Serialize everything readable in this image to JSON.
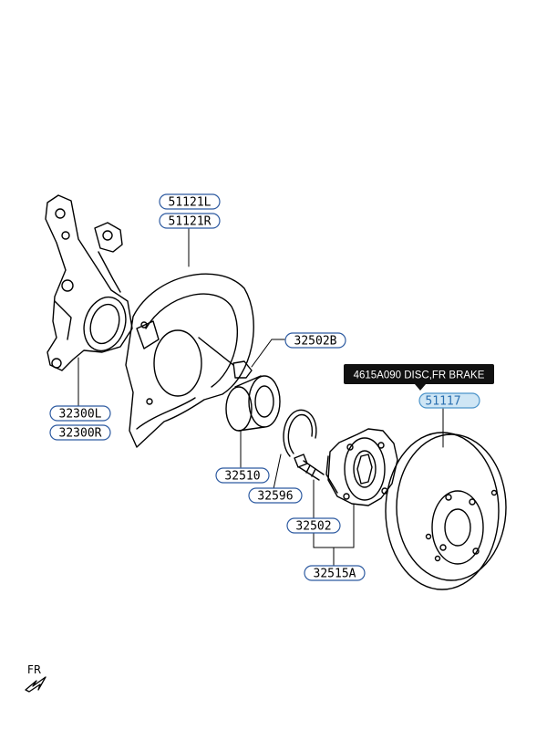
{
  "parts": {
    "p51121l": "51121L",
    "p51121r": "51121R",
    "p32502b": "32502B",
    "p32300l": "32300L",
    "p32300r": "32300R",
    "p32510": "32510",
    "p32596": "32596",
    "p32502": "32502",
    "p32515a": "32515A",
    "p51117": "51117"
  },
  "tooltip": {
    "text": "4615A090 DISC,FR BRAKE"
  },
  "direction": {
    "label": "FR"
  },
  "colors": {
    "highlight_fill": "#cfe6f5",
    "highlight_stroke": "#4b93c9",
    "tooltip_bg": "#111111"
  }
}
